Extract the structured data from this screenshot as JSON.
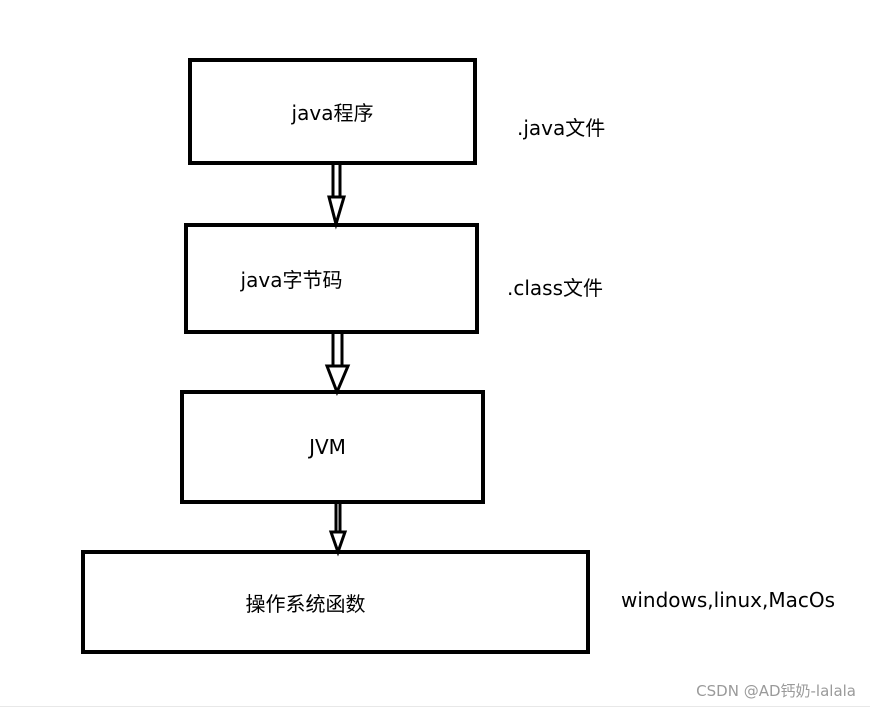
{
  "diagram": {
    "boxes": {
      "java_program": "java程序",
      "bytecode": "java字节码",
      "jvm": "JVM",
      "os_functions": "操作系统函数"
    },
    "notes": {
      "java_file": ".java文件",
      "class_file": ".class文件",
      "platforms": "windows,linux,MacOs"
    }
  },
  "watermark": "CSDN @AD钙奶-lalala"
}
